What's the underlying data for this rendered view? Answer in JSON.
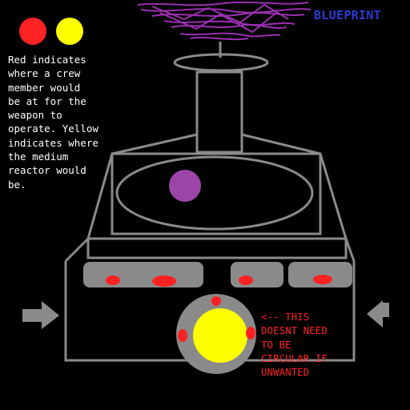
{
  "title": "BLUEPRINT",
  "legend": {
    "text": "Red indicates\nwhere a crew\nmember would\nbe at for the\nweapon to\noperate. Yellow\nindicates where\nthe medium\nreactor would\nbe."
  },
  "note": "<-- THIS\nDOESNT NEED\nTO BE\nCIRCULAR IF\nUNWANTED",
  "colors": {
    "background": "#000000",
    "structure": "#8a8a8a",
    "crew": "#ff2222",
    "reactor": "#ffff00",
    "core": "#9b45a8",
    "smoke": "#9a2fb0",
    "title": "#2b3bd6",
    "note": "#ff2222",
    "legend_text": "#ffffff"
  },
  "icons": [
    "crew-marker-icon",
    "reactor-marker-icon",
    "arrow-right-icon",
    "arrow-left-icon"
  ]
}
